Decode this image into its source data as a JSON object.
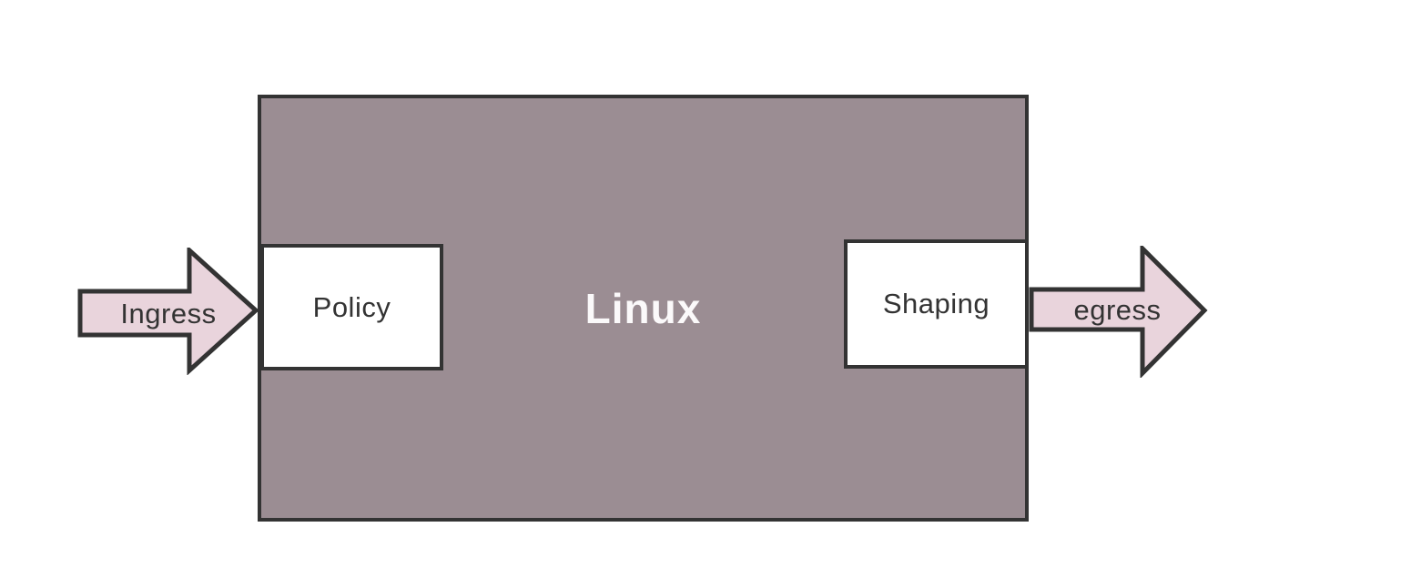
{
  "diagram": {
    "linux_box": {
      "label": "Linux"
    },
    "policy_box": {
      "label": "Policy"
    },
    "shaping_box": {
      "label": "Shaping"
    },
    "ingress_arrow": {
      "label": "Ingress"
    },
    "egress_arrow": {
      "label": "egress"
    },
    "colors": {
      "linux_box_fill": "#9b8d93",
      "node_fill": "#ffffff",
      "arrow_fill": "#e9d4dc",
      "outline": "#333333",
      "linux_label_text": "#fbf9fa",
      "label_text": "#333333",
      "background": "#ffffff"
    }
  }
}
